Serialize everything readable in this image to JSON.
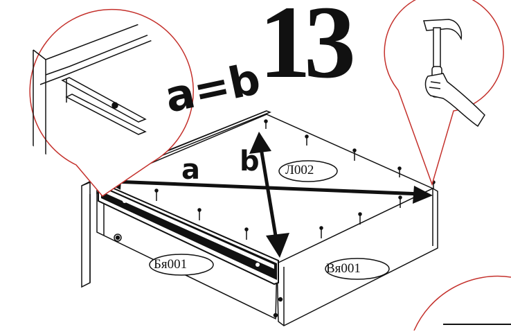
{
  "step": {
    "number": "13"
  },
  "equation": "a=b",
  "dimensions": {
    "a_label": "a",
    "b_label": "b"
  },
  "parts": {
    "top_panel": "Л002",
    "left_panel": "Бя001",
    "front_panel": "Вя001"
  },
  "colors": {
    "line": "#111111",
    "callout": "#c4302b",
    "background": "#ffffff"
  },
  "icons": [
    "hammer-icon",
    "hand-icon",
    "rail-detail",
    "nail-icon",
    "diagonal-arrow-icon"
  ]
}
